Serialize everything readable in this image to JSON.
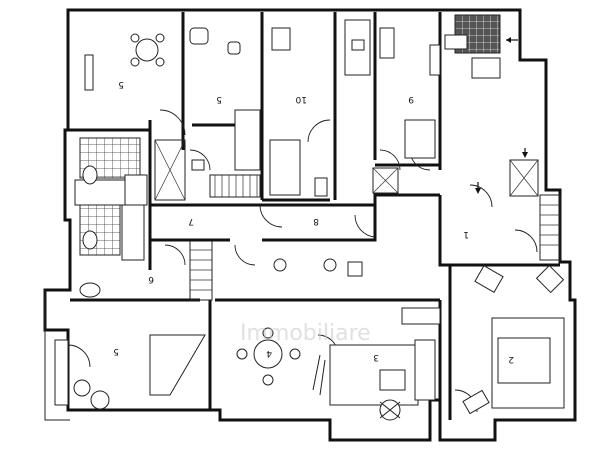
{
  "rooms": [
    {
      "id": "r5a",
      "label": "5"
    },
    {
      "id": "r5b",
      "label": "5"
    },
    {
      "id": "r10",
      "label": "10"
    },
    {
      "id": "r9",
      "label": "9"
    },
    {
      "id": "r7",
      "label": "7"
    },
    {
      "id": "r8",
      "label": "8"
    },
    {
      "id": "r1",
      "label": "1"
    },
    {
      "id": "r6",
      "label": "6"
    },
    {
      "id": "r5c",
      "label": "5"
    },
    {
      "id": "r4",
      "label": "4"
    },
    {
      "id": "r3",
      "label": "3"
    },
    {
      "id": "r2",
      "label": "2"
    }
  ],
  "watermark": "Immobiliare",
  "colors": {
    "line": "#111111",
    "background": "#ffffff"
  }
}
